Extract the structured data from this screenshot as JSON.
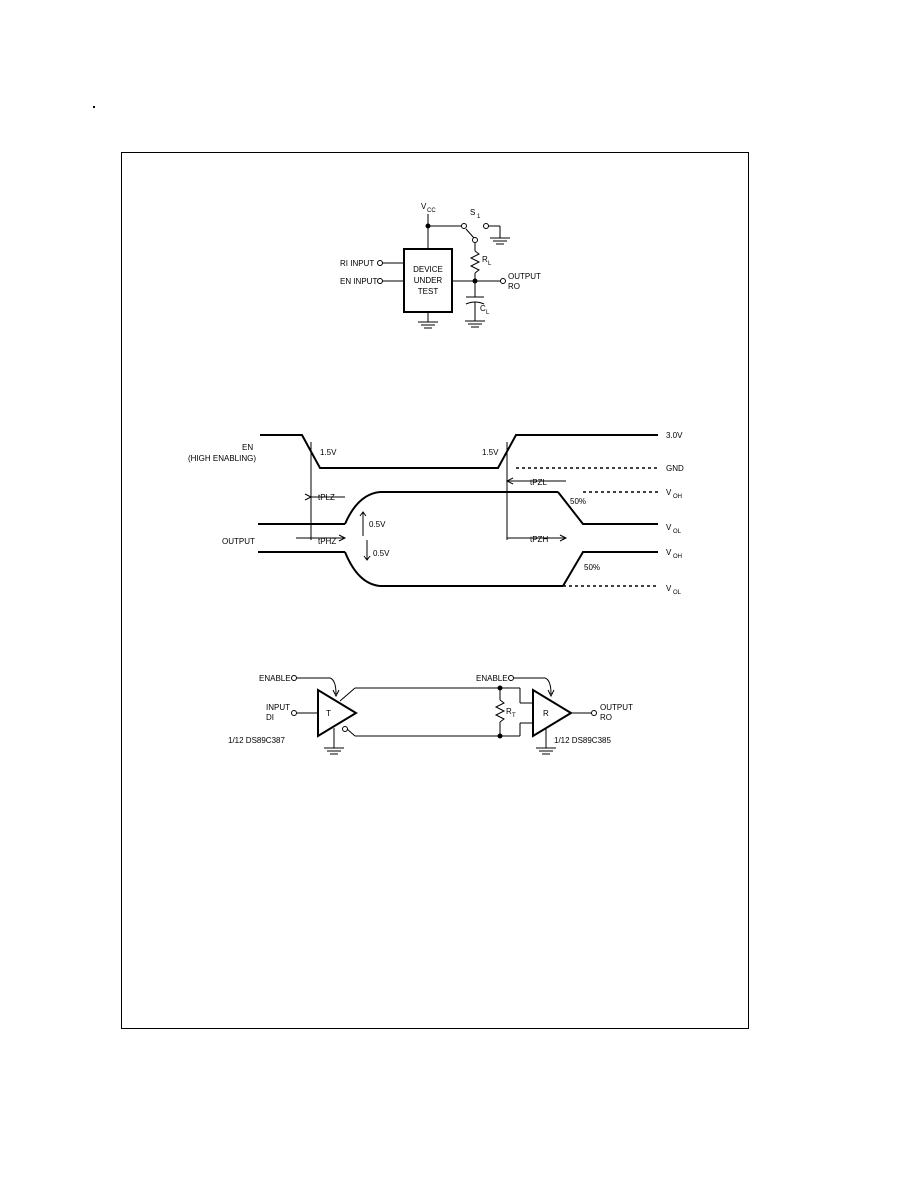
{
  "test_circuit": {
    "vcc_label": "V",
    "vcc_sub": "CC",
    "switch_label": "S",
    "switch_sub": "1",
    "resistor_label": "R",
    "resistor_sub": "L",
    "capacitor_label": "C",
    "capacitor_sub": "L",
    "input1_label": "RI INPUT",
    "input2_label": "EN INPUT",
    "box_line1": "DEVICE",
    "box_line2": "UNDER",
    "box_line3": "TEST",
    "output_line1": "OUTPUT",
    "output_line2": "RO"
  },
  "timing": {
    "en_line1": "EN",
    "en_line2": "(HIGH ENABLING)",
    "output_label": "OUTPUT",
    "v15_left": "1.5V",
    "v15_right": "1.5V",
    "v30": "3.0V",
    "gnd": "GND",
    "voh_top": "V",
    "voh_bottom": "V",
    "vol_top": "V",
    "vol_bottom": "V",
    "oh_sub": "OH",
    "ol_sub": "OL",
    "tplz": "tPLZ",
    "tphz": "tPHZ",
    "tpzl": "tPZL",
    "tpzh": "tPZH",
    "v05_upper": "0.5V",
    "v05_lower": "0.5V",
    "pct50_upper": "50%",
    "pct50_lower": "50%"
  },
  "line_circuit": {
    "enable_left": "ENABLE",
    "enable_right": "ENABLE",
    "input_line1": "INPUT",
    "input_line2": "DI",
    "driver_symbol": "T",
    "receiver_symbol": "R",
    "rt_label": "R",
    "rt_sub": "T",
    "driver_part": "1/12 DS89C387",
    "receiver_part": "1/12 DS89C385",
    "output_line1": "OUTPUT",
    "output_line2": "RO"
  }
}
